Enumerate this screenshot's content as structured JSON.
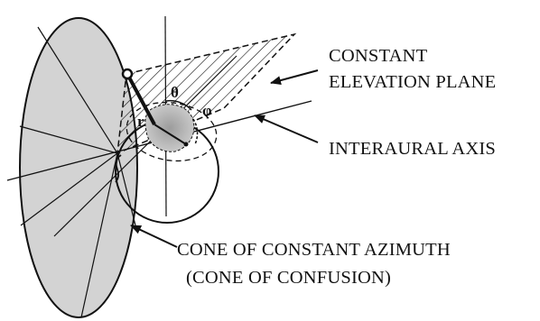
{
  "labels": {
    "constant_elevation_line1": "CONSTANT",
    "constant_elevation_line2": "ELEVATION PLANE",
    "interaural_axis": "INTERAURAL AXIS",
    "cone_line1": "CONE OF CONSTANT AZIMUTH",
    "cone_line2": "(CONE OF CONFUSION)"
  },
  "symbols": {
    "theta": "θ",
    "phi": "φ",
    "r": "r"
  },
  "colors": {
    "ink": "#111111",
    "cone_fill": "#d3d3d3",
    "head_fill": "#b8b8b8"
  }
}
